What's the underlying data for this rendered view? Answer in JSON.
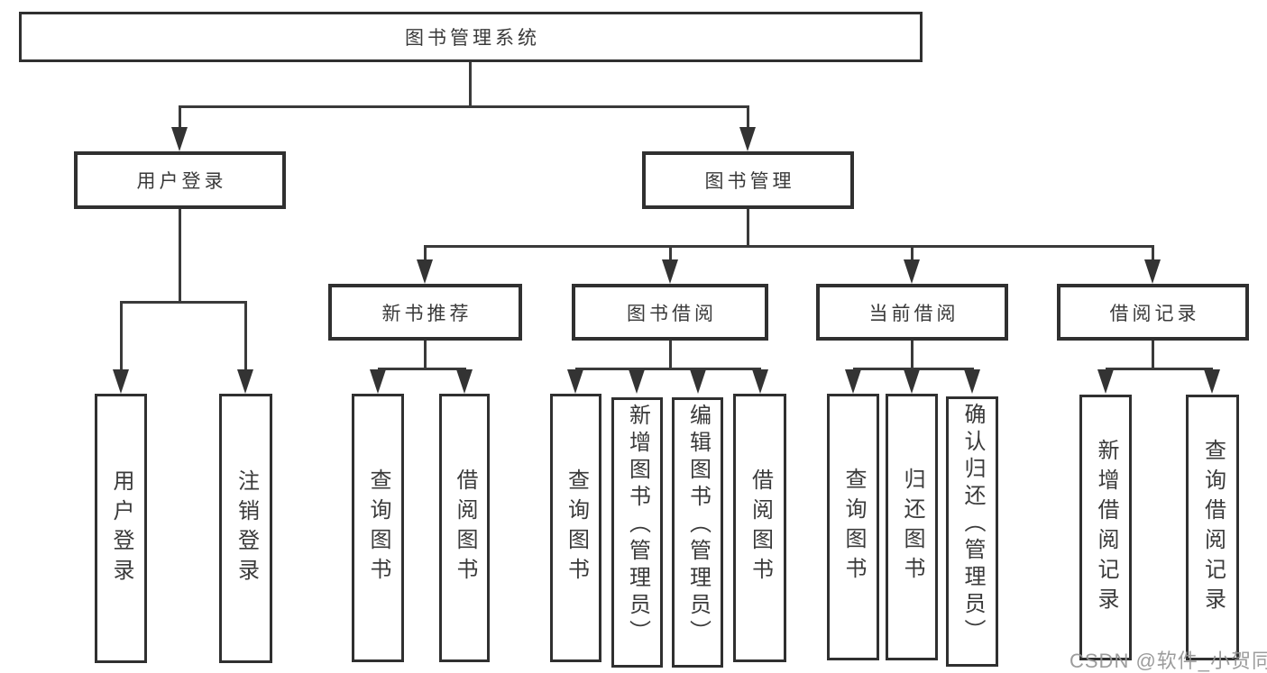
{
  "diagram": {
    "root": {
      "label": "图书管理系统"
    },
    "branches": [
      {
        "label": "用户登录",
        "children": [
          {
            "label": "用户登录"
          },
          {
            "label": "注销登录"
          }
        ]
      },
      {
        "label": "图书管理",
        "sections": [
          {
            "label": "新书推荐",
            "children": [
              {
                "label": "查询图书"
              },
              {
                "label": "借阅图书"
              }
            ]
          },
          {
            "label": "图书借阅",
            "children": [
              {
                "label": "查询图书"
              },
              {
                "label": "新增图书（管理员）"
              },
              {
                "label": "编辑图书（管理员）"
              },
              {
                "label": "借阅图书"
              }
            ]
          },
          {
            "label": "当前借阅",
            "children": [
              {
                "label": "查询图书"
              },
              {
                "label": "归还图书"
              },
              {
                "label": "确认归还（管理员）"
              }
            ]
          },
          {
            "label": "借阅记录",
            "children": [
              {
                "label": "新增借阅记录"
              },
              {
                "label": "查询借阅记录"
              }
            ]
          }
        ]
      }
    ]
  },
  "watermark": {
    "text": "CSDN @软件_小贺同学"
  },
  "colors": {
    "line": "#3a3a3a",
    "box_border": "#303030",
    "text": "#3a3a3a",
    "background": "#ffffff",
    "watermark": "#949494"
  }
}
